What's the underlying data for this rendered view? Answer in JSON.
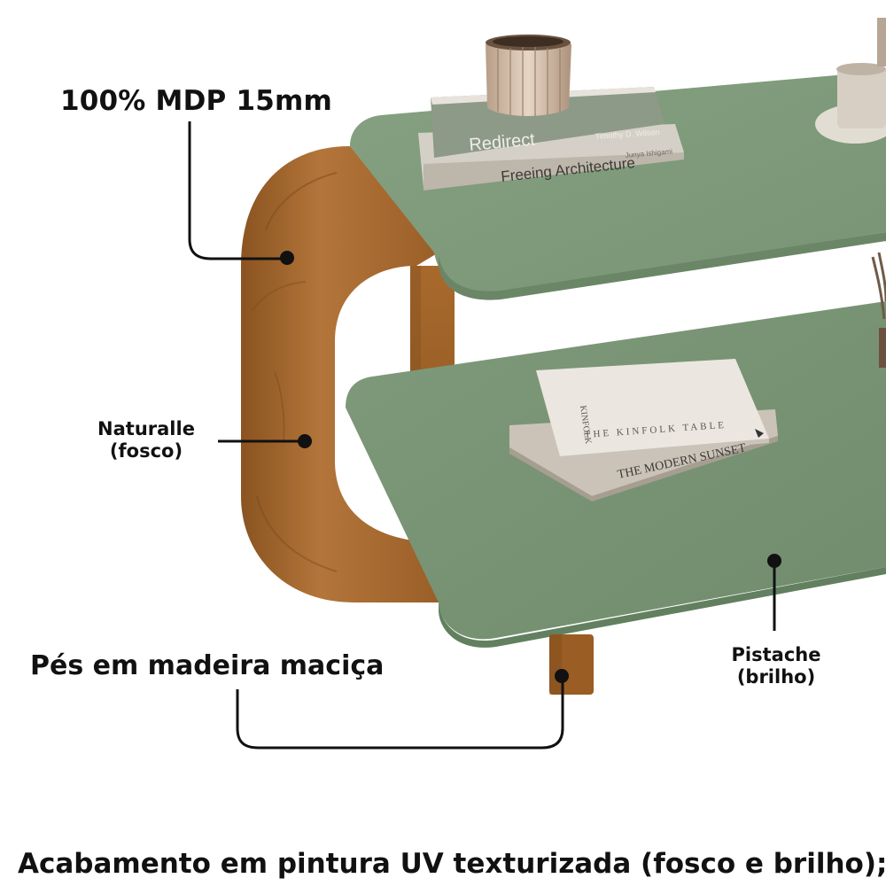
{
  "image": {
    "callouts": {
      "material": "100% MDP 15mm",
      "wood_finish": {
        "name": "Naturalle",
        "finish": "(fosco)"
      },
      "legs": "Pés em madeira maciça",
      "shelf_color": {
        "name": "Pistache",
        "finish": "(brilho)"
      }
    },
    "footer_text": "Acabamento em pintura UV texturizada (fosco e brilho);",
    "book_titles": {
      "top_book_title": "Redirect",
      "top_book_author": "Timothy D. Wilson",
      "second_book_title": "Freeing Architecture",
      "second_book_author": "Junya Ishigami",
      "lower_book_publisher": "THE KINFOLK",
      "lower_book_spine": "THE KINFOLK TABLE",
      "lower_book_second": "THE MODERN SUNSET"
    },
    "colors": {
      "shelf_green": "#7e9a79",
      "shelf_green_dark": "#6c8868",
      "wood": "#a8692c",
      "wood_dark": "#7b4a1c",
      "text": "#111111"
    }
  }
}
